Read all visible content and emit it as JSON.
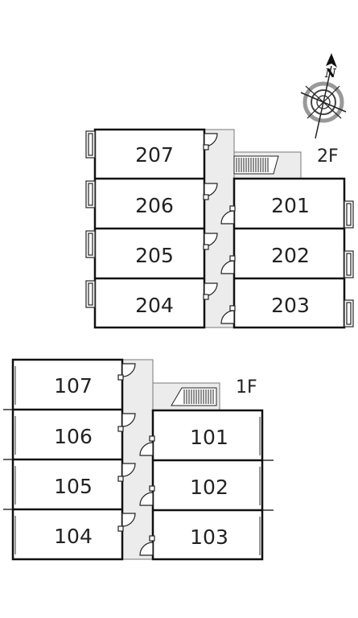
{
  "compass": {
    "north_label": "N"
  },
  "floors": [
    {
      "label": "2F",
      "rooms_west": [
        "207",
        "206",
        "205",
        "204"
      ],
      "rooms_east": [
        "201",
        "202",
        "203"
      ]
    },
    {
      "label": "1F",
      "rooms_west": [
        "107",
        "106",
        "105",
        "104"
      ],
      "rooms_east": [
        "101",
        "102",
        "103"
      ]
    }
  ],
  "colors": {
    "wall": "#111111",
    "corridor": "#ececec",
    "balcony": "#888888"
  }
}
